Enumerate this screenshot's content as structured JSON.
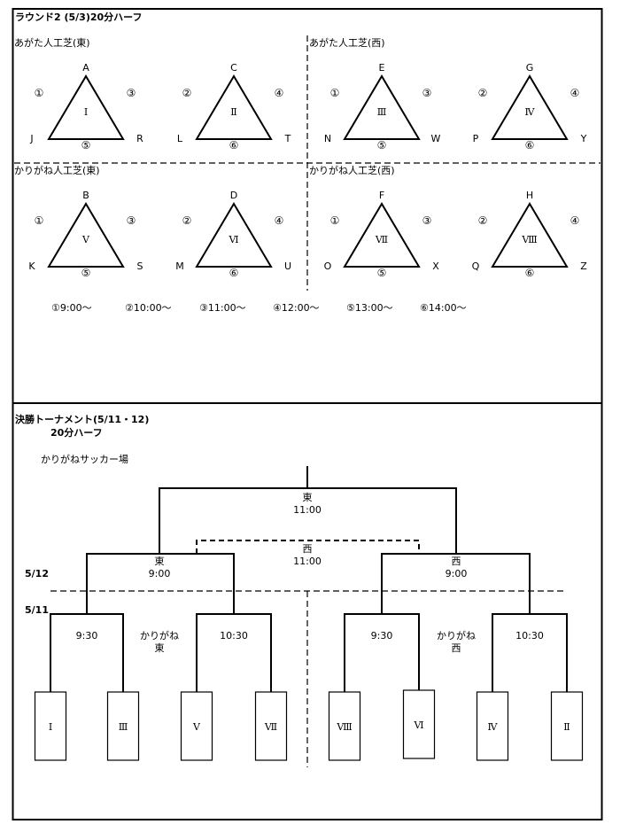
{
  "round2": {
    "title": "ラウンド2 (5/3)20分ハーフ",
    "venues": [
      {
        "label": "あがた人工芝(東)",
        "groups": [
          {
            "top": "A",
            "left": "J",
            "right": "R",
            "roman": "Ⅰ",
            "left_num": "①",
            "right_num": "③",
            "bottom_num": "⑤"
          },
          {
            "top": "C",
            "left": "L",
            "right": "T",
            "roman": "Ⅱ",
            "left_num": "②",
            "right_num": "④",
            "bottom_num": "⑥"
          }
        ]
      },
      {
        "label": "あがた人工芝(西)",
        "groups": [
          {
            "top": "E",
            "left": "N",
            "right": "W",
            "roman": "Ⅲ",
            "left_num": "①",
            "right_num": "③",
            "bottom_num": "⑤"
          },
          {
            "top": "G",
            "left": "P",
            "right": "Y",
            "roman": "Ⅳ",
            "left_num": "②",
            "right_num": "④",
            "bottom_num": "⑥"
          }
        ]
      },
      {
        "label": "かりがね人工芝(東)",
        "groups": [
          {
            "top": "B",
            "left": "K",
            "right": "S",
            "roman": "Ⅴ",
            "left_num": "①",
            "right_num": "③",
            "bottom_num": "⑤"
          },
          {
            "top": "D",
            "left": "M",
            "right": "U",
            "roman": "Ⅵ",
            "left_num": "②",
            "right_num": "④",
            "bottom_num": "⑥"
          }
        ]
      },
      {
        "label": "かりがね人工芝(西)",
        "groups": [
          {
            "top": "F",
            "left": "O",
            "right": "X",
            "roman": "Ⅶ",
            "left_num": "①",
            "right_num": "③",
            "bottom_num": "⑤"
          },
          {
            "top": "H",
            "left": "Q",
            "right": "Z",
            "roman": "Ⅷ",
            "left_num": "②",
            "right_num": "④",
            "bottom_num": "⑥"
          }
        ]
      }
    ],
    "times": [
      "①9:00～",
      "②10:00～",
      "③11:00～",
      "④12:00～",
      "⑤13:00～",
      "⑥14:00～"
    ]
  },
  "final": {
    "title": "決勝トーナメント(5/11・12)",
    "subtitle": "20分ハーフ",
    "venue": "かりがねサッカー場",
    "date_upper": "5/12",
    "date_lower": "5/11",
    "final_label": "東",
    "final_time": "11:00",
    "third_label": "西",
    "third_time": "11:00",
    "semi_left_label": "東",
    "semi_left_time": "9:00",
    "semi_right_label": "西",
    "semi_right_time": "9:00",
    "qf_times": [
      "9:30",
      "10:30",
      "9:30",
      "10:30"
    ],
    "court_left": [
      "かりがね",
      "東"
    ],
    "court_right": [
      "かりがね",
      "西"
    ],
    "boxes": [
      "Ⅰ",
      "Ⅲ",
      "Ⅴ",
      "Ⅶ",
      "Ⅷ",
      "Ⅵ",
      "Ⅳ",
      "Ⅱ"
    ]
  }
}
